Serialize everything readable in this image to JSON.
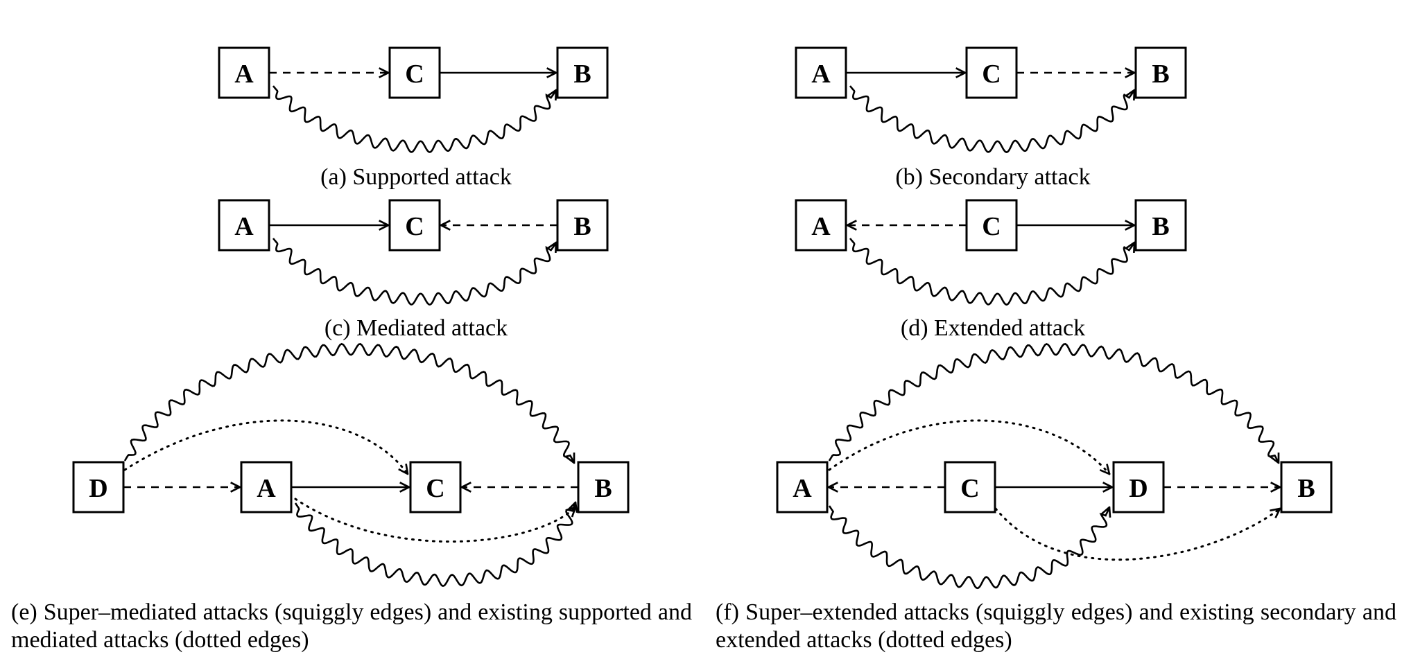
{
  "panels": [
    {
      "id": "a",
      "caption": "(a) Supported attack",
      "nodes": [
        "A",
        "C",
        "B"
      ],
      "edges": [
        {
          "from": "A",
          "to": "C",
          "style": "dashed"
        },
        {
          "from": "C",
          "to": "B",
          "style": "solid"
        },
        {
          "from": "A",
          "to": "B",
          "style": "squiggly"
        }
      ]
    },
    {
      "id": "b",
      "caption": "(b) Secondary attack",
      "nodes": [
        "A",
        "C",
        "B"
      ],
      "edges": [
        {
          "from": "A",
          "to": "C",
          "style": "solid"
        },
        {
          "from": "C",
          "to": "B",
          "style": "dashed"
        },
        {
          "from": "A",
          "to": "B",
          "style": "squiggly"
        }
      ]
    },
    {
      "id": "c",
      "caption": "(c) Mediated attack",
      "nodes": [
        "A",
        "C",
        "B"
      ],
      "edges": [
        {
          "from": "A",
          "to": "C",
          "style": "solid"
        },
        {
          "from": "B",
          "to": "C",
          "style": "dashed"
        },
        {
          "from": "A",
          "to": "B",
          "style": "squiggly"
        }
      ]
    },
    {
      "id": "d",
      "caption": "(d) Extended attack",
      "nodes": [
        "A",
        "C",
        "B"
      ],
      "edges": [
        {
          "from": "C",
          "to": "A",
          "style": "dashed"
        },
        {
          "from": "C",
          "to": "B",
          "style": "solid"
        },
        {
          "from": "A",
          "to": "B",
          "style": "squiggly"
        }
      ]
    },
    {
      "id": "e",
      "caption": "(e) Super–mediated attacks (squiggly edges) and existing supported and mediated attacks (dotted edges)",
      "nodes": [
        "D",
        "A",
        "C",
        "B"
      ],
      "edges": [
        {
          "from": "D",
          "to": "A",
          "style": "dashed"
        },
        {
          "from": "A",
          "to": "C",
          "style": "solid"
        },
        {
          "from": "B",
          "to": "C",
          "style": "dashed"
        },
        {
          "from": "D",
          "to": "B",
          "style": "squiggly"
        },
        {
          "from": "A",
          "to": "B",
          "style": "squiggly"
        },
        {
          "from": "D",
          "to": "C",
          "style": "dotted"
        },
        {
          "from": "A",
          "to": "B",
          "style": "dotted"
        }
      ]
    },
    {
      "id": "f",
      "caption": "(f) Super–extended attacks (squiggly edges) and existing secondary and extended attacks (dotted edges)",
      "nodes": [
        "A",
        "C",
        "D",
        "B"
      ],
      "edges": [
        {
          "from": "C",
          "to": "A",
          "style": "dashed"
        },
        {
          "from": "C",
          "to": "D",
          "style": "solid"
        },
        {
          "from": "D",
          "to": "B",
          "style": "dashed"
        },
        {
          "from": "A",
          "to": "B",
          "style": "squiggly"
        },
        {
          "from": "A",
          "to": "D",
          "style": "squiggly"
        },
        {
          "from": "A",
          "to": "D",
          "style": "dotted"
        },
        {
          "from": "C",
          "to": "B",
          "style": "dotted"
        }
      ]
    }
  ]
}
